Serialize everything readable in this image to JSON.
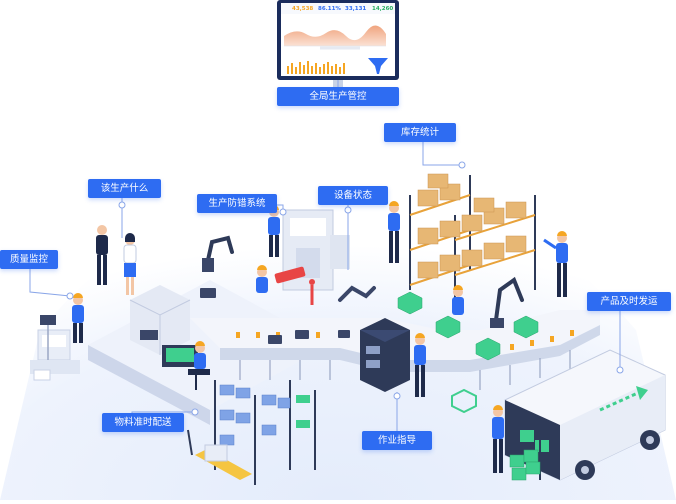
{
  "dashboard": {
    "stats": [
      {
        "value": "43,538",
        "color": "#f5a623"
      },
      {
        "value": "86.11%",
        "color": "#2e6cf2"
      },
      {
        "value": "33,131",
        "color": "#2e6cf2"
      },
      {
        "value": "14,260",
        "color": "#27ae60"
      }
    ]
  },
  "labels": {
    "control": "全局生产管控",
    "inventory": "库存统计",
    "what_to_produce": "该生产什么",
    "error_proof": "生产防错系统",
    "equipment": "设备状态",
    "quality": "质量监控",
    "delivery": "产品及时发运",
    "material": "物料准时配送",
    "guidance": "作业指导"
  },
  "colors": {
    "accent": "#2e6cf2",
    "box": "#e7b774",
    "worker_shirt": "#2e6cf2",
    "helmet": "#f5a623",
    "crate": "#3fcf8e"
  }
}
